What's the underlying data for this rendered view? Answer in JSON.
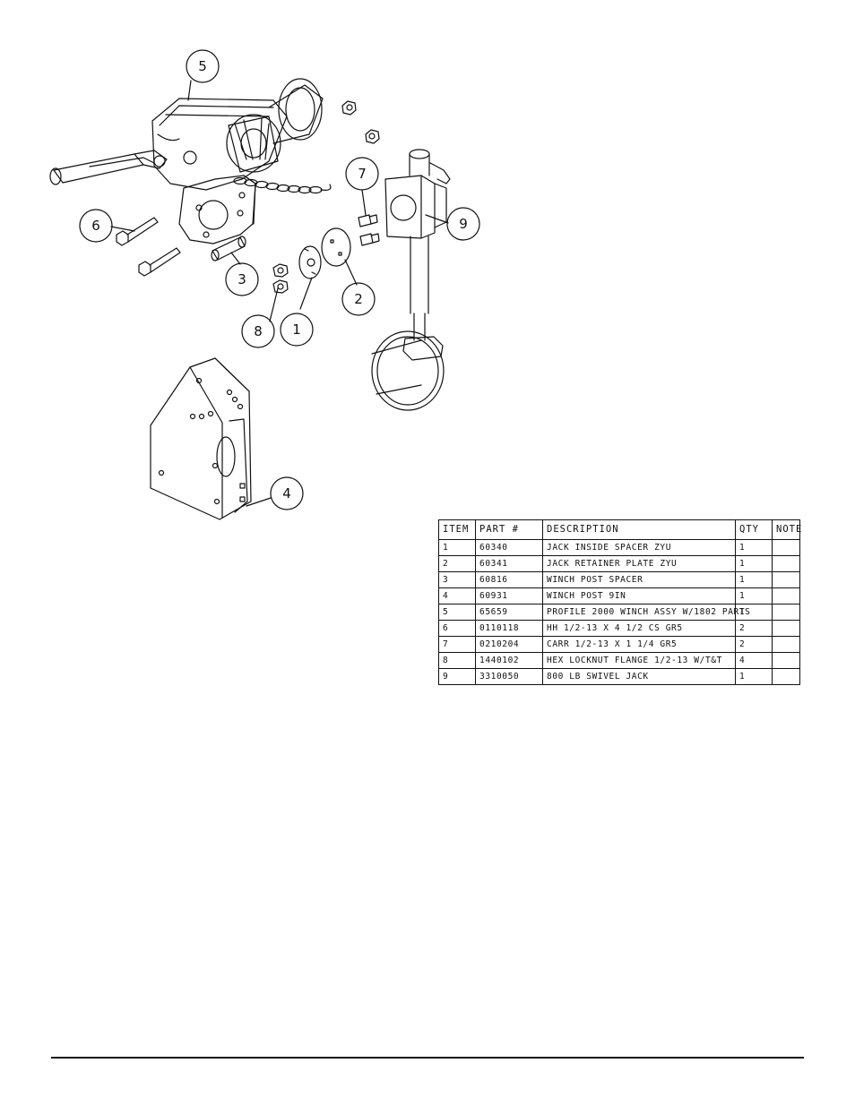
{
  "callouts": [
    {
      "id": "c1",
      "label": "1"
    },
    {
      "id": "c2",
      "label": "2"
    },
    {
      "id": "c3",
      "label": "3"
    },
    {
      "id": "c4",
      "label": "4"
    },
    {
      "id": "c5",
      "label": "5"
    },
    {
      "id": "c6",
      "label": "6"
    },
    {
      "id": "c7",
      "label": "7"
    },
    {
      "id": "c8",
      "label": "8"
    },
    {
      "id": "c9",
      "label": "9"
    }
  ],
  "parts_table": {
    "headers": [
      "ITEM",
      "PART #",
      "DESCRIPTION",
      "QTY",
      "NOTE"
    ],
    "rows": [
      {
        "item": "1",
        "part": "60340",
        "description": "JACK INSIDE SPACER ZYU",
        "qty": "1",
        "note": ""
      },
      {
        "item": "2",
        "part": "60341",
        "description": "JACK RETAINER PLATE ZYU",
        "qty": "1",
        "note": ""
      },
      {
        "item": "3",
        "part": "60816",
        "description": "WINCH POST SPACER",
        "qty": "1",
        "note": ""
      },
      {
        "item": "4",
        "part": "60931",
        "description": "WINCH POST 9IN",
        "qty": "1",
        "note": ""
      },
      {
        "item": "5",
        "part": "65659",
        "description": "PROFILE 2000 WINCH ASSY W/1802 PARTS",
        "qty": "1",
        "note": ""
      },
      {
        "item": "6",
        "part": "0110118",
        "description": "HH 1/2-13 X 4 1/2 CS GR5",
        "qty": "2",
        "note": ""
      },
      {
        "item": "7",
        "part": "0210204",
        "description": "CARR 1/2-13 X 1 1/4 GR5",
        "qty": "2",
        "note": ""
      },
      {
        "item": "8",
        "part": "1440102",
        "description": "HEX LOCKNUT FLANGE 1/2-13 W/T&T",
        "qty": "4",
        "note": ""
      },
      {
        "item": "9",
        "part": "3310050",
        "description": "800 LB SWIVEL JACK",
        "qty": "1",
        "note": ""
      }
    ]
  }
}
